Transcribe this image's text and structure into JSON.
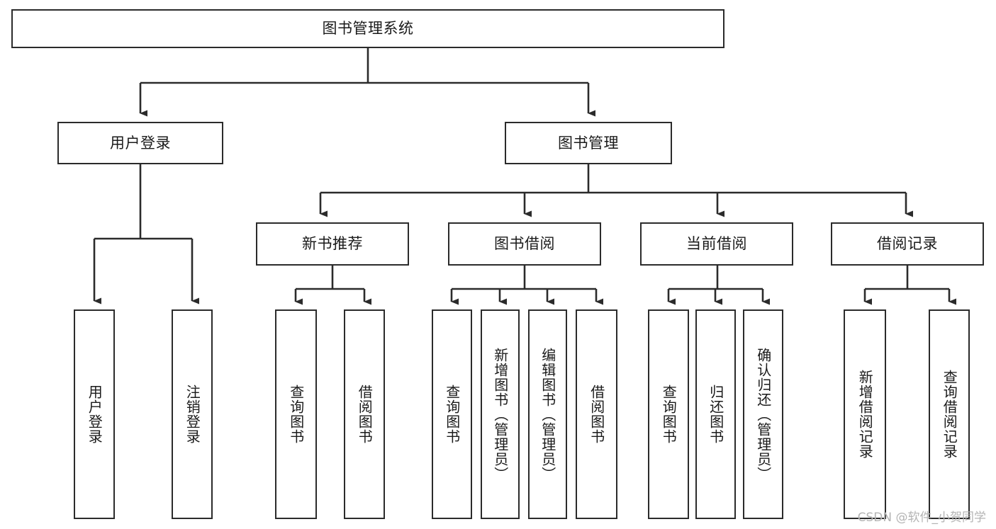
{
  "diagram": {
    "title": "图书管理系统",
    "type": "tree-hierarchy",
    "orientation": "top-down",
    "colors": {
      "box_border": "#2b2b2b",
      "box_fill": "#ffffff",
      "connector": "#2b2b2b",
      "text": "#1a1a1a",
      "watermark": "#b4b4b4",
      "background": "#ffffff"
    }
  },
  "root": {
    "label": "图书管理系统"
  },
  "level2": [
    {
      "label": "用户登录"
    },
    {
      "label": "图书管理"
    }
  ],
  "level3": [
    {
      "label": "新书推荐"
    },
    {
      "label": "图书借阅"
    },
    {
      "label": "当前借阅"
    },
    {
      "label": "借阅记录"
    }
  ],
  "leaves": {
    "user_login": [
      {
        "label": "用户登录"
      },
      {
        "label": "注销登录"
      }
    ],
    "new_book_recommend": [
      {
        "label": "查询图书"
      },
      {
        "label": "借阅图书"
      }
    ],
    "book_borrow": [
      {
        "label": "查询图书"
      },
      {
        "label": "新增图书（管理员）"
      },
      {
        "label": "编辑图书（管理员）"
      },
      {
        "label": "借阅图书"
      }
    ],
    "current_borrow": [
      {
        "label": "查询图书"
      },
      {
        "label": "归还图书"
      },
      {
        "label": "确认归还（管理员）"
      }
    ],
    "borrow_record": [
      {
        "label": "新增借阅记录"
      },
      {
        "label": "查询借阅记录"
      }
    ]
  },
  "watermark": {
    "text": "CSDN @软件_小贺同学"
  }
}
